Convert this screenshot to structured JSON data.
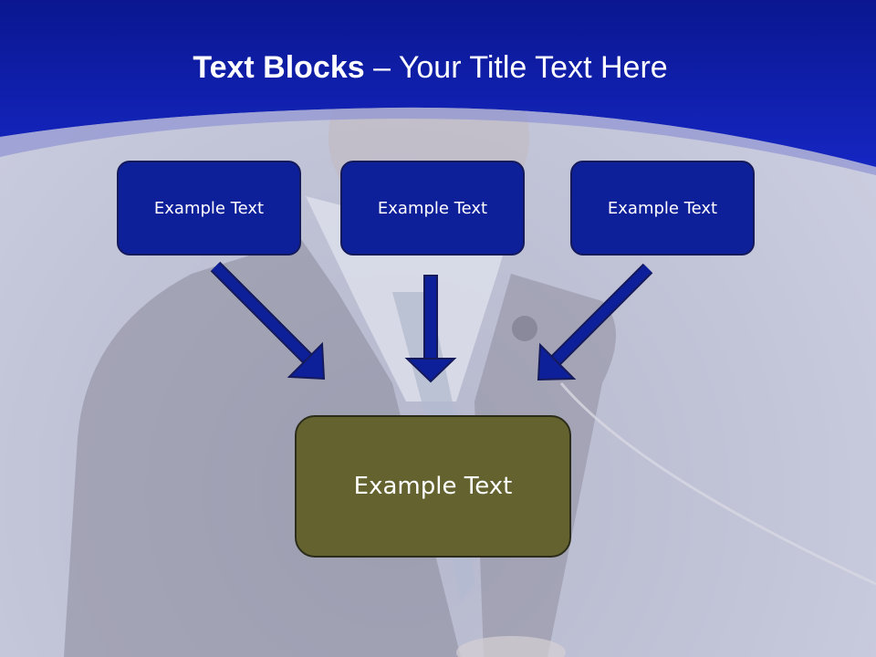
{
  "slide": {
    "title_bold": "Text Blocks",
    "title_dash": " – ",
    "title_rest": "Your Title Text Here",
    "top_boxes": [
      {
        "label": "Example Text"
      },
      {
        "label": "Example Text"
      },
      {
        "label": "Example Text"
      }
    ],
    "bottom_box": {
      "label": "Example Text"
    }
  },
  "colors": {
    "header_blue": "#0f1fa6",
    "box_blue": "#0e1f9a",
    "arrow_blue": "#0e1f9a",
    "box_olive": "#646330"
  }
}
